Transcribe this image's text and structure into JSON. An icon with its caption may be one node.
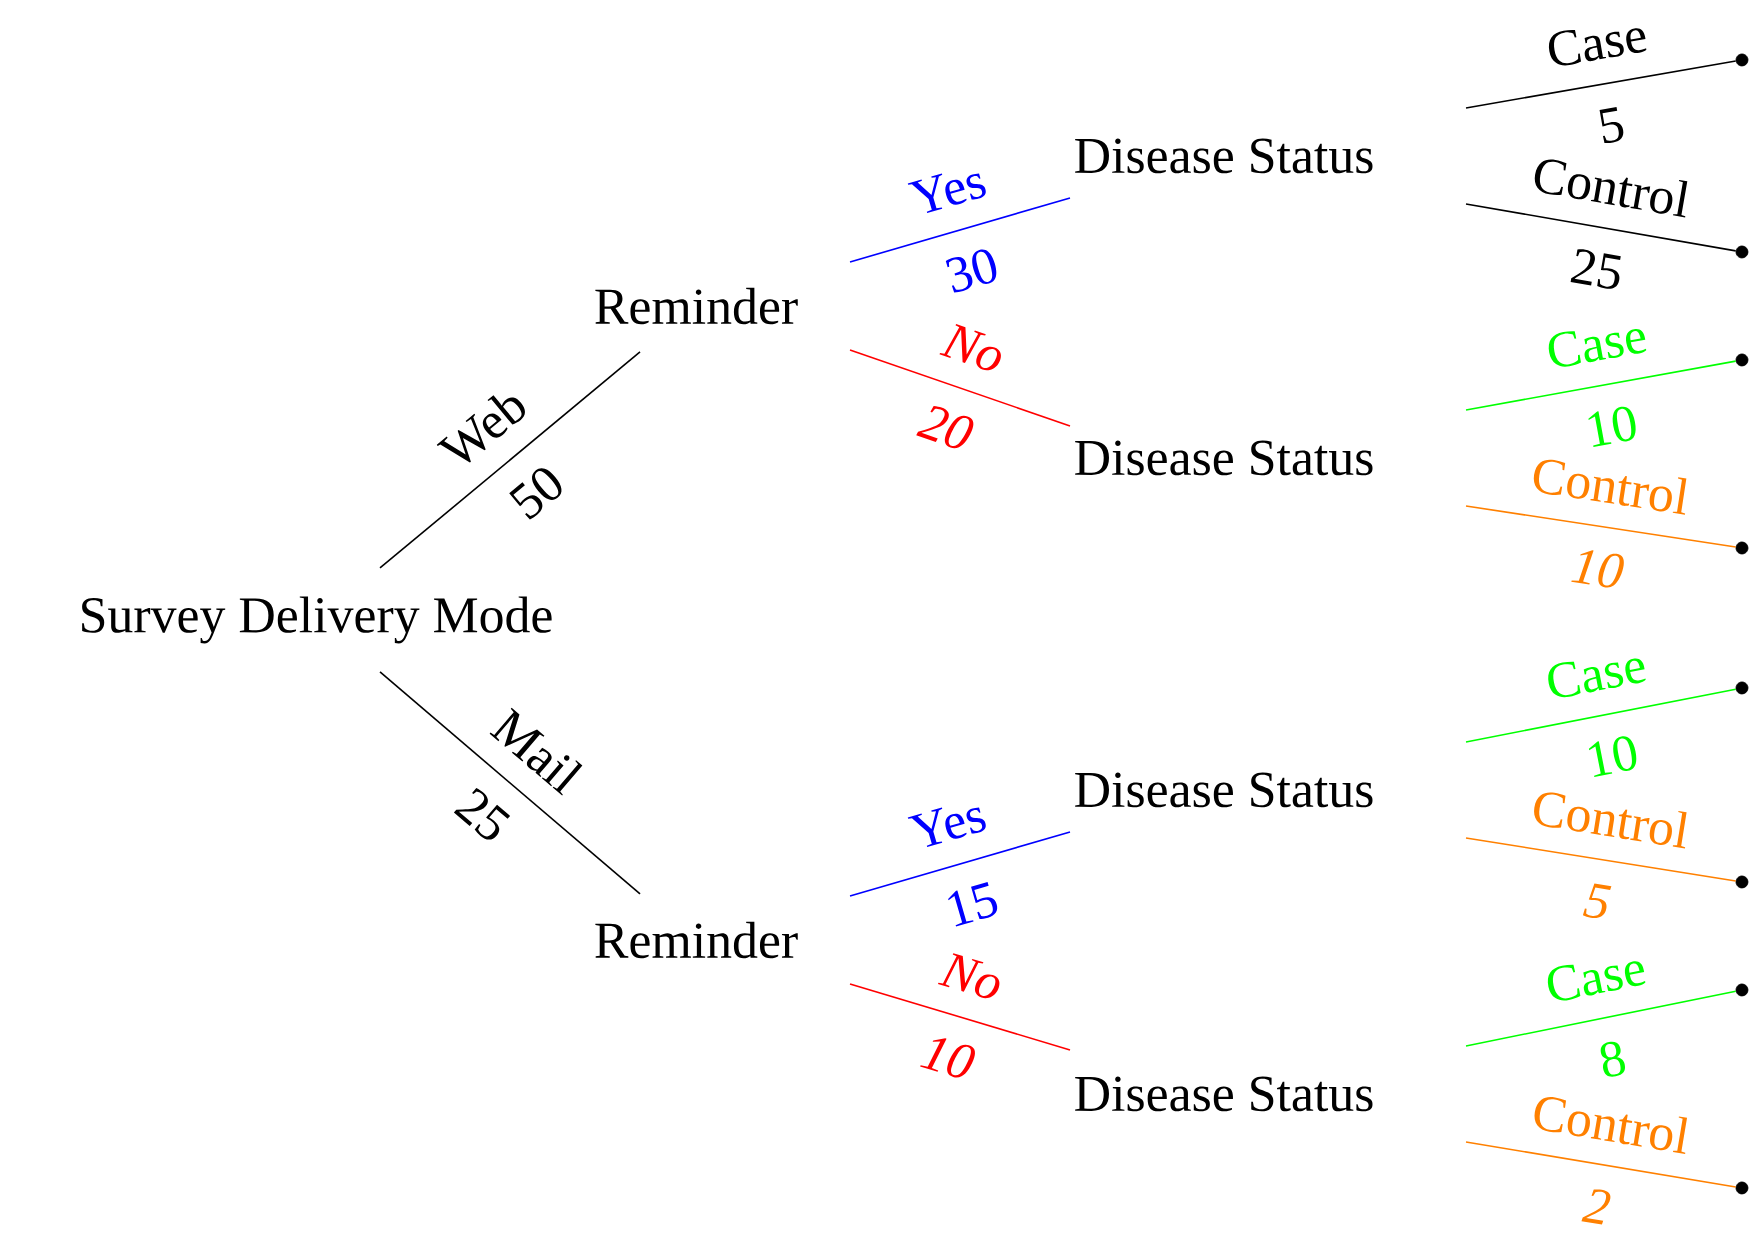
{
  "diagram": {
    "nodes": [
      {
        "text": [
          "Survey Delivery Mode"
        ]
      },
      {
        "text": [
          "Reminder"
        ]
      },
      {
        "text": [
          "Reminder"
        ]
      },
      {
        "text": [
          "Disease Status"
        ]
      },
      {
        "text": [
          "Disease Status"
        ]
      },
      {
        "text": [
          "Disease Status"
        ]
      },
      {
        "text": [
          "Disease Status"
        ]
      },
      {
        "text": [],
        "shape": "circle"
      },
      {
        "text": [],
        "shape": "circle"
      },
      {
        "text": [],
        "shape": "circle"
      },
      {
        "text": [],
        "shape": "circle"
      },
      {
        "text": [],
        "shape": "circle"
      },
      {
        "text": [],
        "shape": "circle"
      },
      {
        "text": [],
        "shape": "circle"
      },
      {
        "text": [],
        "shape": "circle"
      }
    ],
    "edges": [
      {
        "from": 0,
        "to": 1,
        "arrow": "none",
        "label": "Web"
      },
      {
        "from": 0,
        "to": 2,
        "arrow": "none",
        "label": "Mail"
      },
      {
        "from": 1,
        "to": 3,
        "arrow": "none",
        "label": "Yes",
        "color": "#0000ff"
      },
      {
        "from": 1,
        "to": 4,
        "arrow": "none",
        "label": "No",
        "color": "#ff0000"
      },
      {
        "from": 2,
        "to": 5,
        "arrow": "none",
        "label": "Yes",
        "color": "#0000ff"
      },
      {
        "from": 2,
        "to": 6,
        "arrow": "none",
        "label": "No",
        "color": "#ff0000"
      },
      {
        "from": 3,
        "to": 7,
        "arrow": "none",
        "label": "Case"
      },
      {
        "from": 3,
        "to": 8,
        "arrow": "none",
        "label": "Control"
      },
      {
        "from": 4,
        "to": 9,
        "arrow": "none",
        "label": "Case",
        "color": "#00ff00"
      },
      {
        "from": 4,
        "to": 10,
        "arrow": "none",
        "label": "Control",
        "color": "#ff8000"
      },
      {
        "from": 5,
        "to": 11,
        "arrow": "none",
        "label": "Case",
        "color": "#00ff00"
      },
      {
        "from": 5,
        "to": 12,
        "arrow": "none",
        "label": "Control",
        "color": "#ff8000"
      },
      {
        "from": 6,
        "to": 13,
        "arrow": "none",
        "label": "Case",
        "color": "#00ff00"
      },
      {
        "from": 6,
        "to": 14,
        "arrow": "none",
        "label": "Control",
        "color": "#ff8000"
      }
    ],
    "labels": [
      "50",
      "25",
      "30",
      "20",
      "15",
      "10",
      "5",
      "25",
      "10",
      "10",
      "10",
      "5",
      "8",
      "2"
    ]
  }
}
